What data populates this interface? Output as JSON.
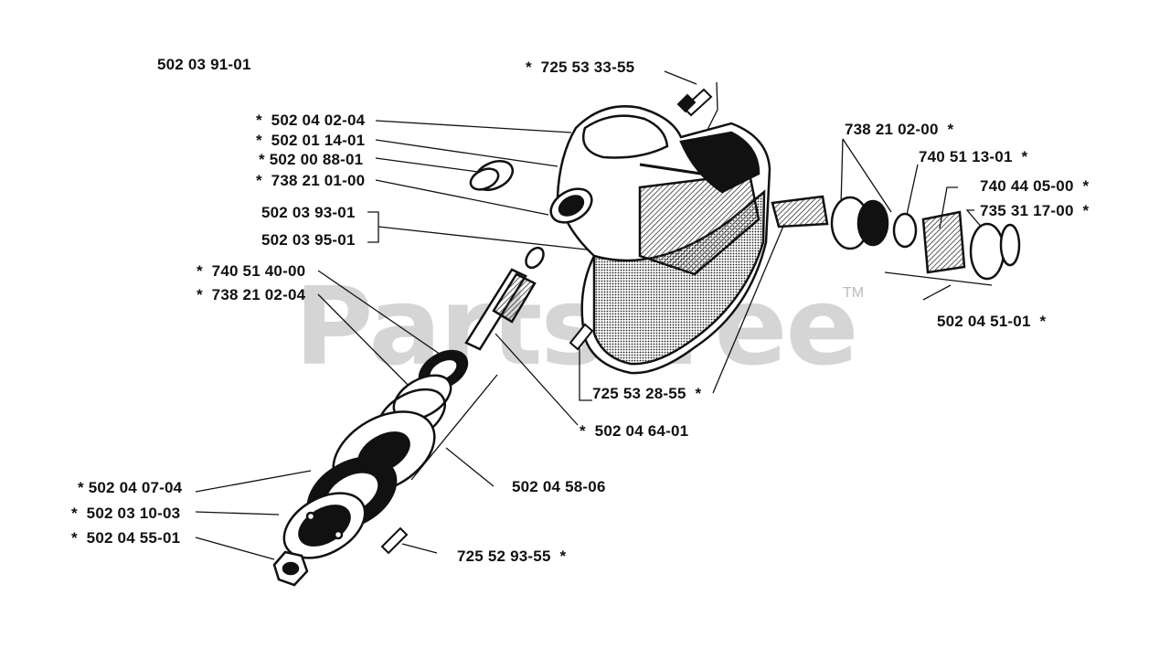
{
  "watermark": {
    "text": "PartsTree",
    "tm": "TM"
  },
  "labels": {
    "assembly": "502 03 91-01",
    "screw_top": "*  725 53 33-55",
    "p502_04_02_04": "*  502 04 02-04",
    "p502_01_14_01": "*  502 01 14-01",
    "p502_00_88_01": "* 502 00 88-01",
    "p738_21_01_00": "*  738 21 01-00",
    "p502_03_93_01": "502 03 93-01",
    "p502_03_95_01": "502 03 95-01",
    "p740_51_40_00": "*  740 51 40-00",
    "p738_21_02_04": "*  738 21 02-04",
    "p738_21_02_00": "738 21 02-00  *",
    "p740_51_13_01": "740 51 13-01  *",
    "p740_44_05_00": "740 44 05-00  *",
    "p735_31_17_00": "735 31 17-00  *",
    "p502_04_51_01": "502 04 51-01  *",
    "p725_53_28_55": "725 53 28-55  *",
    "p502_04_64_01": "*  502 04 64-01",
    "p502_04_58_06": "502 04 58-06",
    "p502_04_07_04": "* 502 04 07-04",
    "p502_03_10_03": "*  502 03 10-03",
    "p502_04_55_01": "*  502 04 55-01",
    "p725_52_93_55": "725 52 93-55  *"
  },
  "colors": {
    "ink": "#111111",
    "watermark": "#c8c8c8",
    "hatch": "#555555"
  }
}
